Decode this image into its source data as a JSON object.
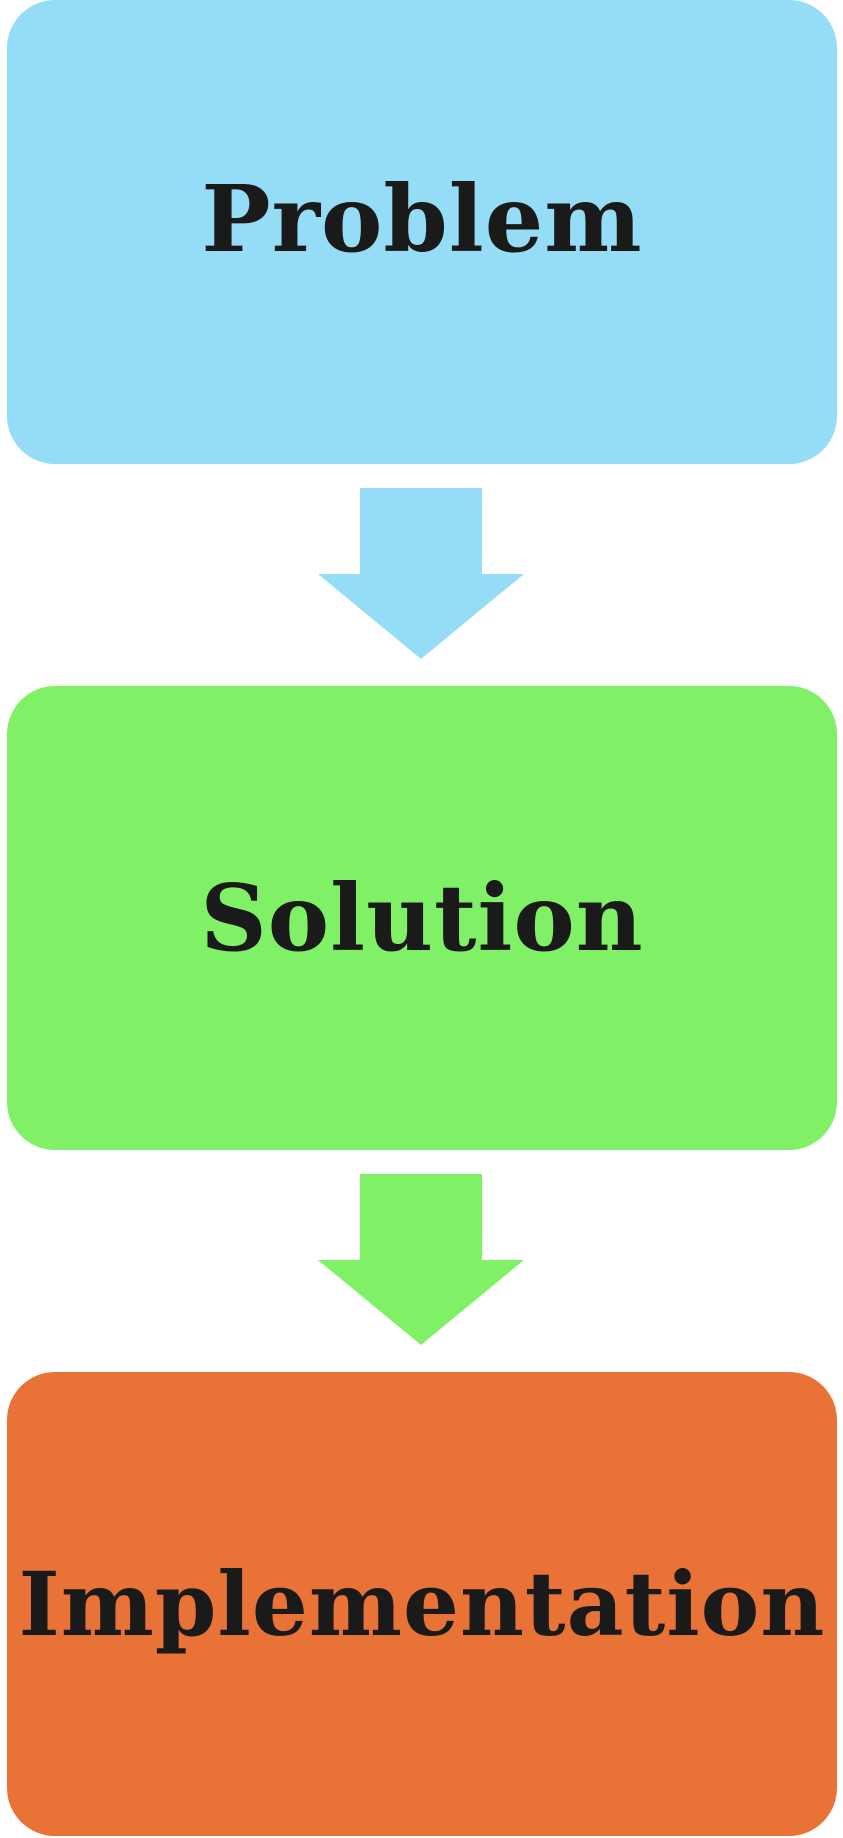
{
  "steps": [
    {
      "label": "Problem",
      "color": "#95dcf6"
    },
    {
      "label": "Solution",
      "color": "#80f166"
    },
    {
      "label": "Implementation",
      "color": "#e97336"
    }
  ],
  "arrows": [
    {
      "color": "#95dcf6"
    },
    {
      "color": "#80f166"
    }
  ]
}
